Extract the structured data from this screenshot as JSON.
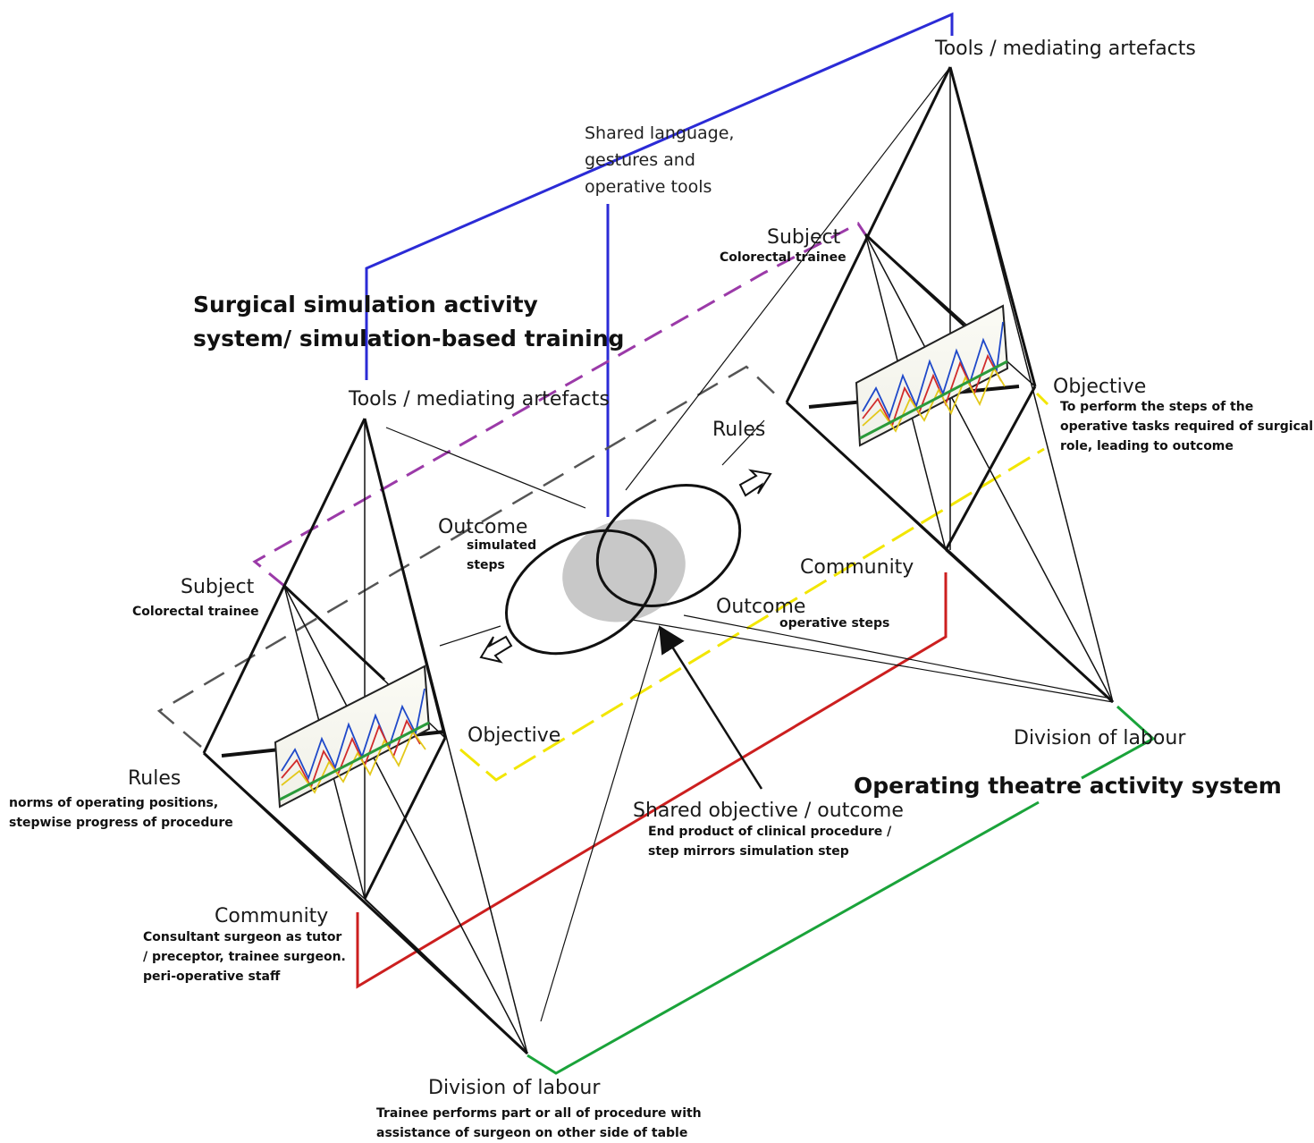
{
  "titles": {
    "simulation": "Surgical simulation activity system/ simulation-based training",
    "simulation_line1": "Surgical simulation activity",
    "simulation_line2": "system/ simulation-based training",
    "operating": "Operating theatre activity system"
  },
  "shared_tools": {
    "line1": "Shared language,",
    "line2": "gestures and",
    "line3": "operative tools"
  },
  "simulation_system": {
    "tools": "Tools / mediating artefacts",
    "subject": "Subject",
    "subject_detail": "Colorectal trainee",
    "rules": "Rules",
    "rules_detail_1": "norms of operating positions,",
    "rules_detail_2": "stepwise progress of procedure",
    "community": "Community",
    "community_detail_1": "Consultant surgeon as tutor",
    "community_detail_2": "/ preceptor, trainee surgeon.",
    "community_detail_3": "peri-operative staff",
    "division": "Division of labour",
    "division_detail_1": "Trainee performs part or all of procedure with",
    "division_detail_2": "assistance of surgeon on other side of table",
    "objective": "Objective",
    "outcome": "Outcome",
    "outcome_detail_1": "simulated",
    "outcome_detail_2": "steps"
  },
  "operating_system": {
    "tools": "Tools / mediating artefacts",
    "subject": "Subject",
    "subject_detail": "Colorectal trainee",
    "objective": "Objective",
    "objective_detail_1": "To perform the steps of the",
    "objective_detail_2": "operative tasks required of surgical",
    "objective_detail_3": "role, leading to outcome",
    "rules": "Rules",
    "community": "Community",
    "outcome": "Outcome",
    "outcome_detail": "operative steps",
    "division": "Division of labour"
  },
  "shared_objective": {
    "label": "Shared objective / outcome",
    "detail_1": "End product of clinical procedure /",
    "detail_2": "step mirrors simulation step"
  },
  "colors": {
    "tools_link": "#2b2bd6",
    "subject_link": "#9b3aa8",
    "objective_link": "#f2e600",
    "community_link": "#cc1f1f",
    "division_link": "#1aa33a",
    "rules_link": "#555555",
    "overlap_fill": "#c8c8c8"
  }
}
